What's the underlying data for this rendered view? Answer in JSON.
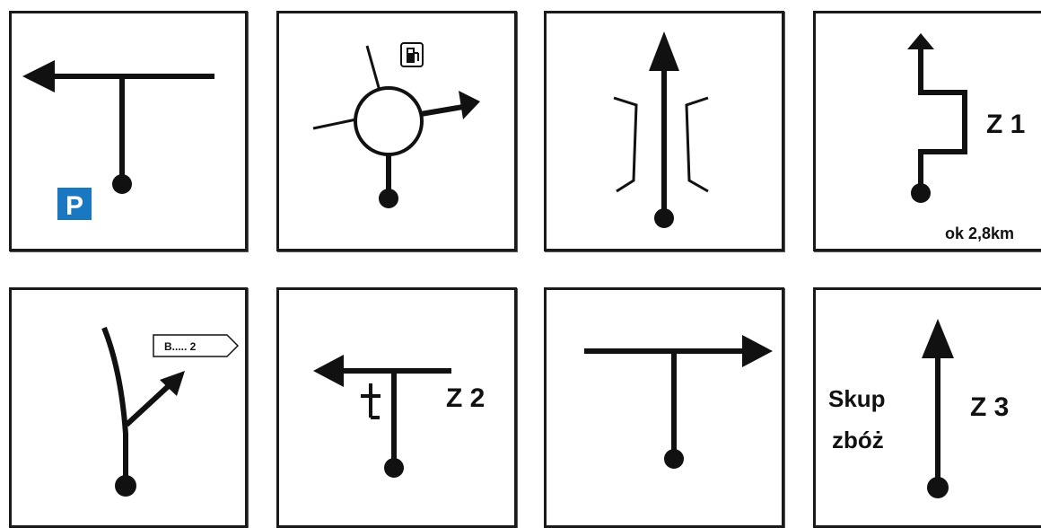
{
  "colors": {
    "ink": "#111111",
    "parking_blue": "#1a78c2",
    "white": "#ffffff"
  },
  "cards": [
    {
      "name": "card-1",
      "icon": "parking-icon",
      "badge_text": "P"
    },
    {
      "name": "card-2",
      "icon": "fuel-station-icon"
    },
    {
      "name": "card-3",
      "icon": "bridge-icon"
    },
    {
      "name": "card-4",
      "label": "Z 1",
      "distance": "ok 2,8km"
    },
    {
      "name": "card-5",
      "sign_text": "B..... 2"
    },
    {
      "name": "card-6",
      "icon": "cross-icon",
      "label": "Z 2"
    },
    {
      "name": "card-7"
    },
    {
      "name": "card-8",
      "label": "Z 3",
      "text_line1": "Skup",
      "text_line2": "zbóż"
    }
  ]
}
